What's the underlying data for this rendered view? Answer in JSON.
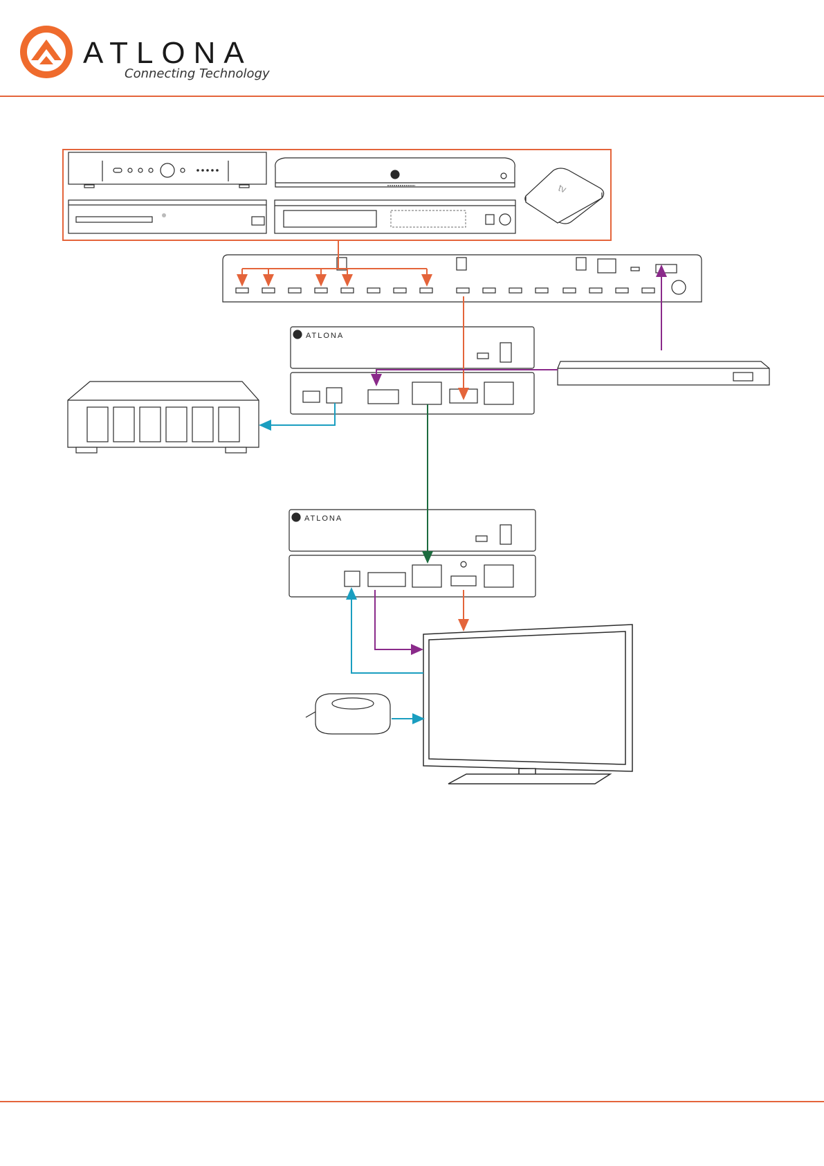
{
  "header": {
    "brand": "ATLONA",
    "tagline": "Connecting Technology",
    "registered_mark": "®"
  },
  "devices": {
    "transmitter_brand": "ATLONA",
    "receiver_brand": "ATLONA"
  },
  "colors": {
    "accent": "#e4643a",
    "hdmi_line": "#e4643a",
    "control_line": "#8a2a8a",
    "audio_line": "#1a9ec0",
    "hdbaset_line": "#1c6b3e",
    "device_stroke": "#2a2a2a"
  },
  "icons": [
    "atlona-logo-icon",
    "power-icon"
  ]
}
